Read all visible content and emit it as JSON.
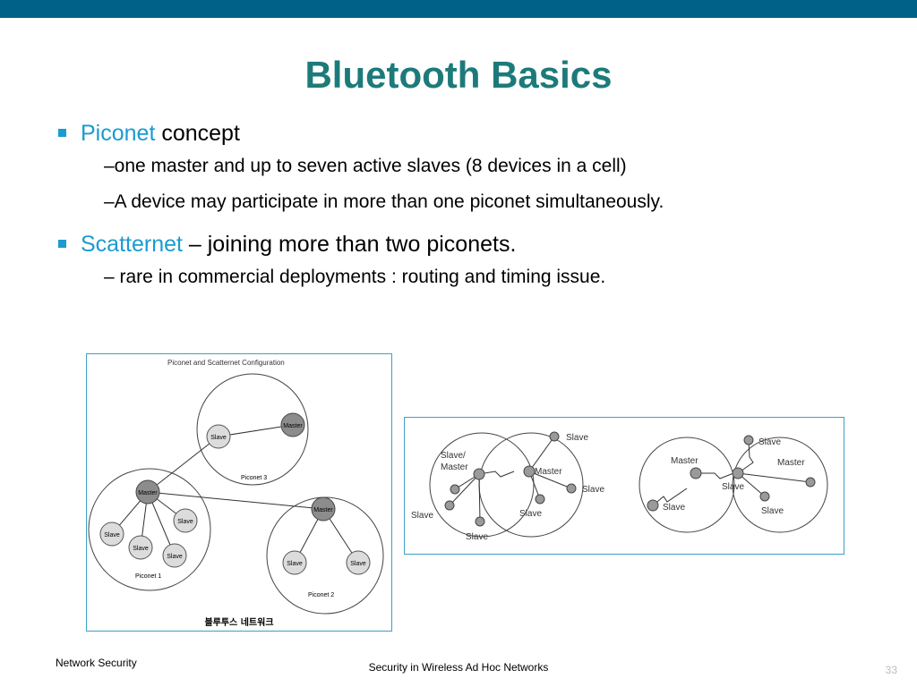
{
  "slide": {
    "title": "Bluetooth Basics",
    "bullet1": {
      "highlight": "Piconet",
      "rest": " concept",
      "subs": [
        "–one master and up to seven active slaves (8 devices in a cell)",
        "–A device may participate in more than one piconet simultaneously."
      ]
    },
    "bullet2": {
      "highlight": "Scatternet",
      "rest": " – joining more than two piconets.",
      "subs": [
        "– rare in commercial deployments : routing and timing issue."
      ]
    }
  },
  "figure1": {
    "caption": "Piconet and Scatternet Configuration",
    "footer": "블루투스 네트워크",
    "master": "Master",
    "slave": "Slave",
    "piconet1": "Piconet 1",
    "piconet2": "Piconet 2",
    "piconet3": "Piconet 3"
  },
  "figure2": {
    "slave_master": [
      "Slave/",
      "Master"
    ],
    "master": "Master",
    "slave": "Slave"
  },
  "footer": {
    "left": "Network Security",
    "center": "Security  in  Wireless  Ad Hoc  Networks",
    "page": "33"
  },
  "colors": {
    "top_bar": "#006188",
    "title": "#1d7a7a",
    "highlight": "#1a9bd1",
    "figure_border": "#3da0c8"
  }
}
